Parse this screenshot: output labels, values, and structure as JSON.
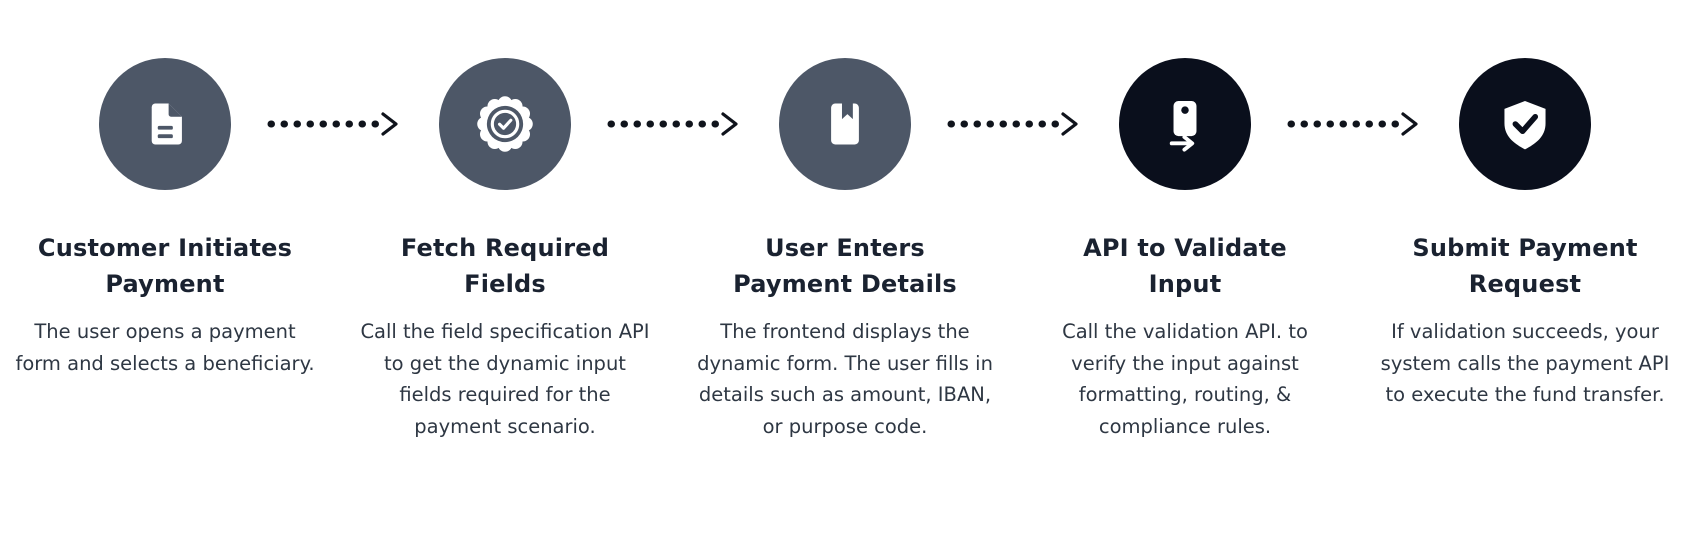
{
  "flow": {
    "steps": [
      {
        "title": "Customer Initiates Payment",
        "title_lines": [
          "Customer Initiates",
          "Payment"
        ],
        "description": "The user opens a payment form and selects a beneficiary.",
        "icon": "document-icon",
        "circle_color": "#4d5767"
      },
      {
        "title": "Fetch Required Fields",
        "title_lines": [
          "Fetch Required",
          "Fields"
        ],
        "description": "Call the field specification API to get the dynamic input fields required for the payment scenario.",
        "icon": "badge-check-icon",
        "circle_color": "#4d5767"
      },
      {
        "title": "User Enters Payment Details",
        "title_lines": [
          "User Enters",
          "Payment Details"
        ],
        "description": "The frontend displays the dynamic form. The user fills in details such as amount, IBAN, or purpose code.",
        "icon": "book-bookmark-icon",
        "circle_color": "#4d5767"
      },
      {
        "title": "API to Validate Input",
        "title_lines": [
          "API to Validate",
          "Input"
        ],
        "description": "Call the validation API. to verify the input against formatting, routing, & compliance rules.",
        "icon": "device-arrow-icon",
        "circle_color": "#0a0f1c"
      },
      {
        "title": "Submit Payment Request",
        "title_lines": [
          "Submit Payment",
          "Request"
        ],
        "description": "If validation succeeds, your system calls the payment API to execute the fund transfer.",
        "icon": "shield-check-icon",
        "circle_color": "#0a0f1c"
      }
    ],
    "colors": {
      "slate_circle": "#4d5767",
      "dark_circle": "#0a0f1c",
      "title_text": "#1a2230",
      "body_text": "#2e3743",
      "arrow": "#10141c",
      "background": "#ffffff"
    }
  }
}
